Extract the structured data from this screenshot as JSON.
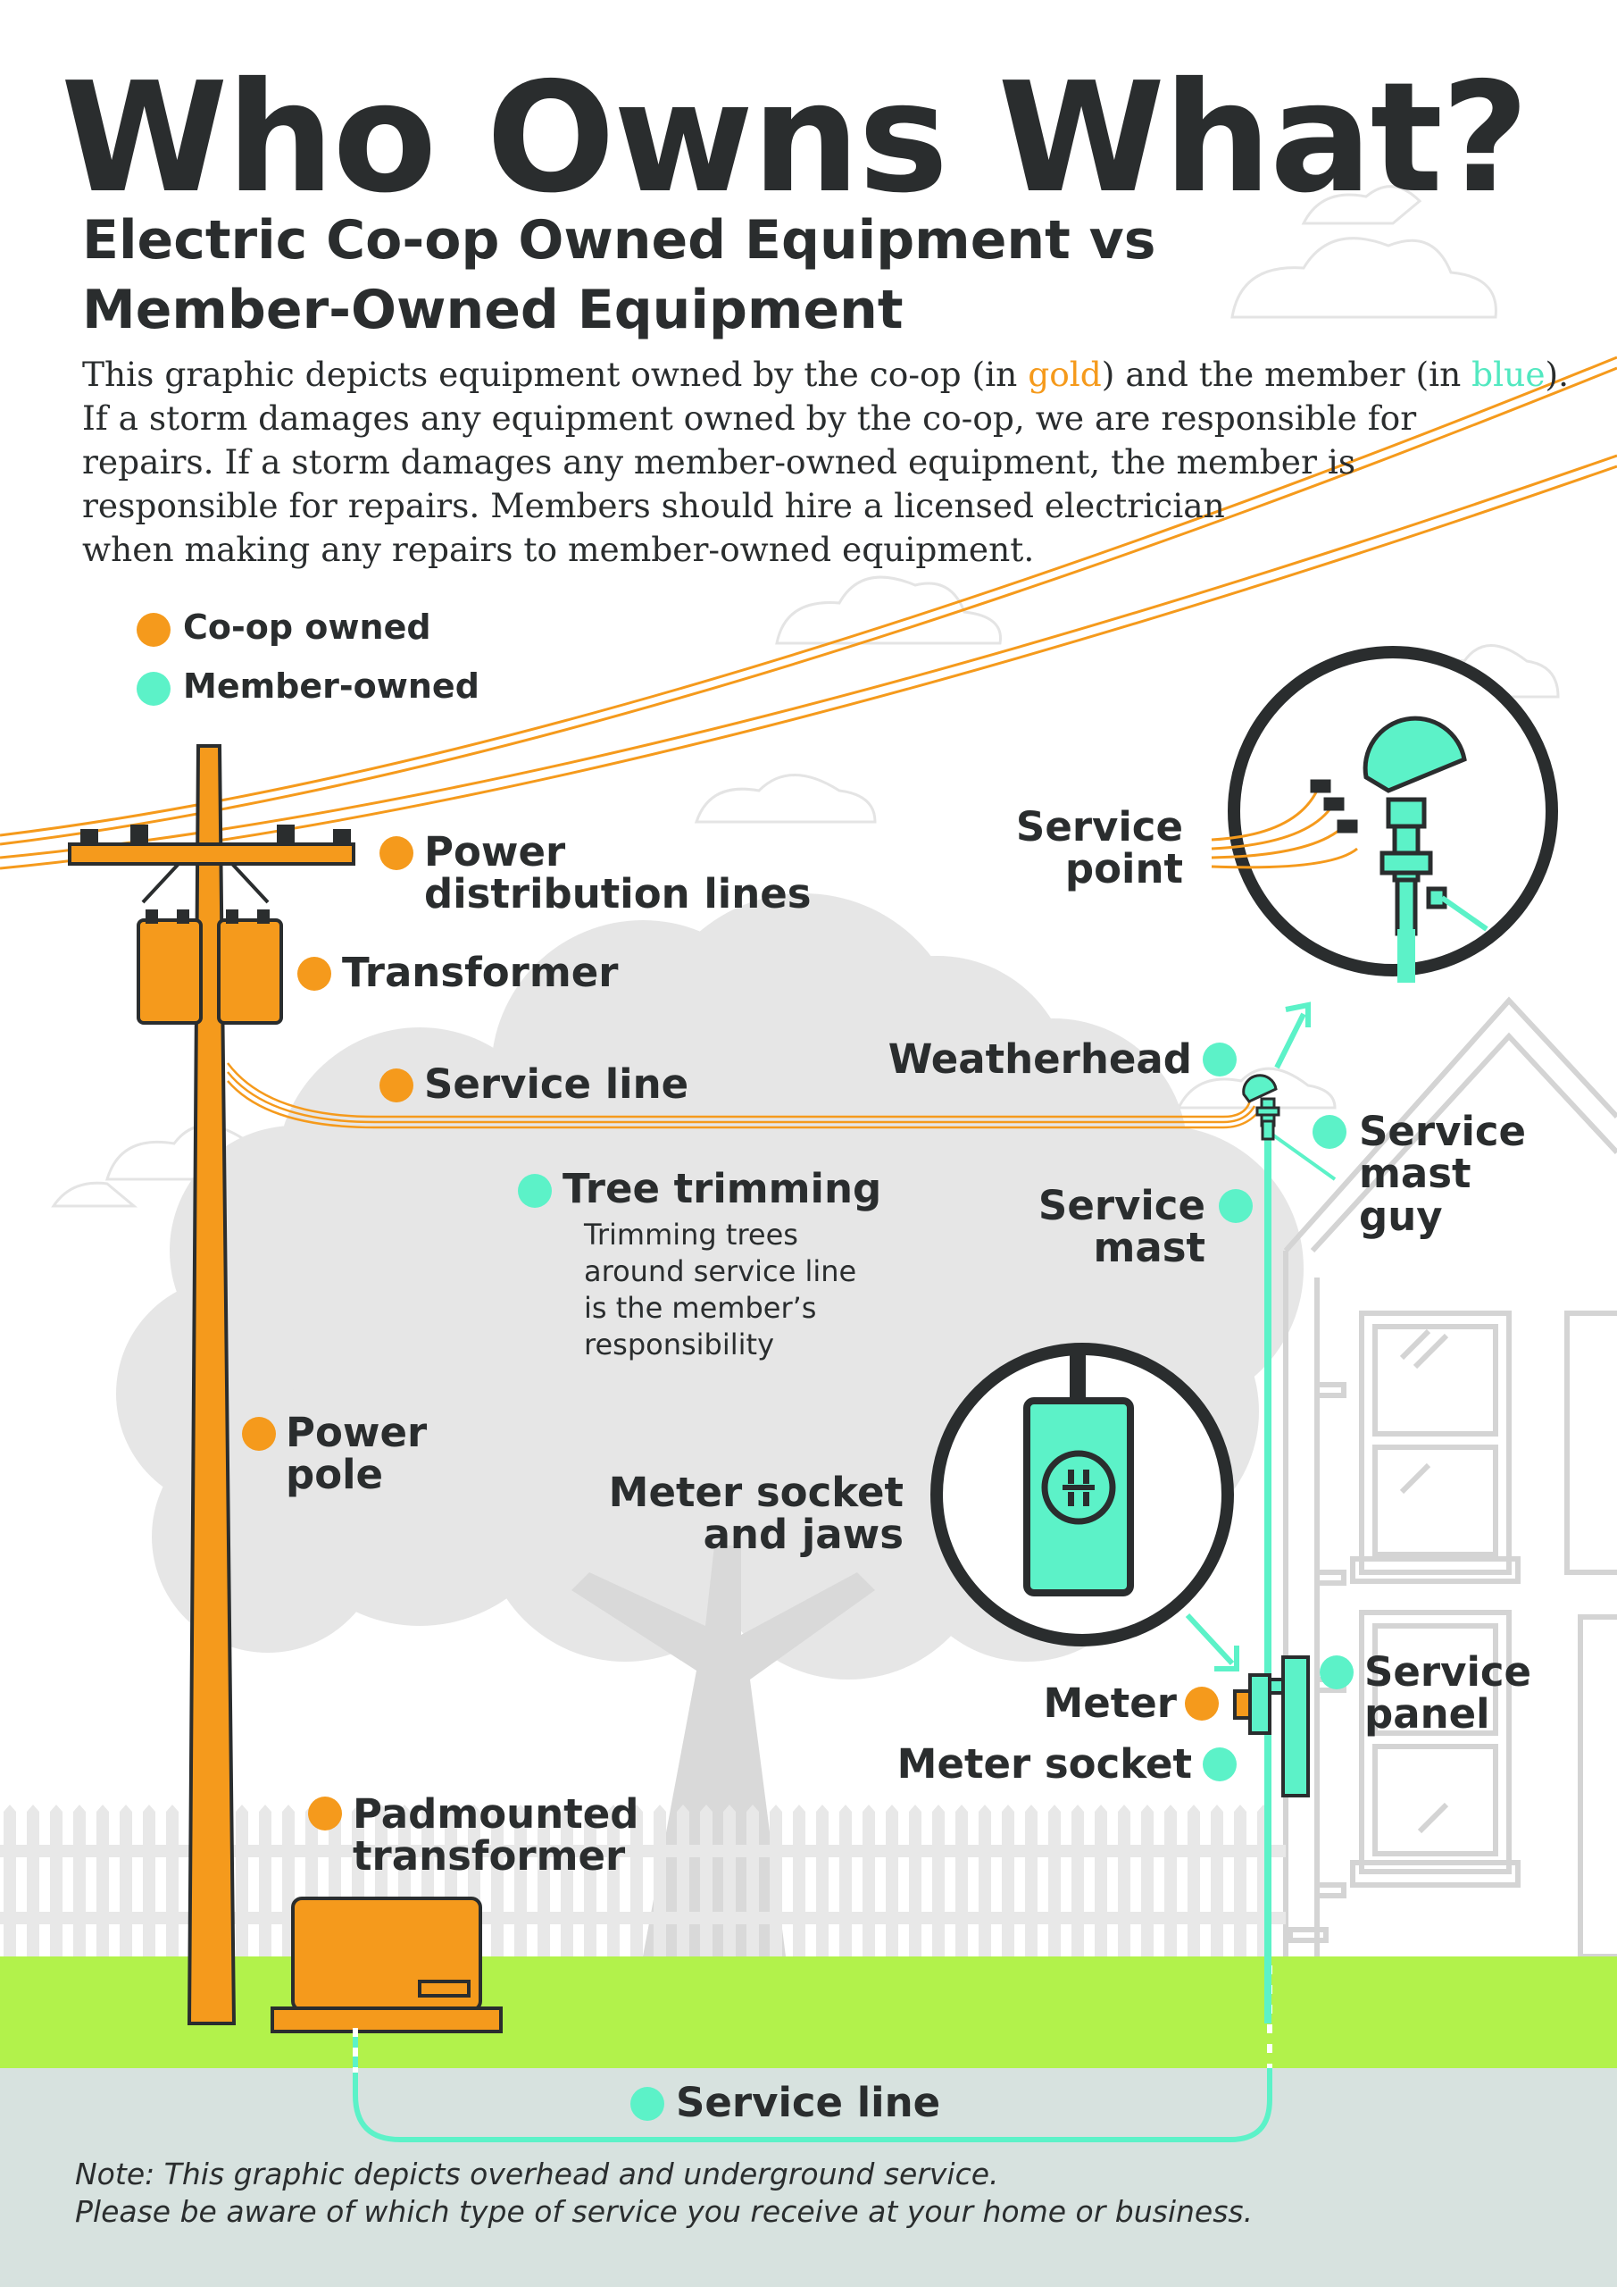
{
  "title": "Who Owns What?",
  "subtitle": [
    "Electric Co-op Owned Equipment vs",
    "Member-Owned Equipment"
  ],
  "intro": {
    "line1_pre": "This graphic depicts equipment owned by the co-op (in ",
    "gold_word": "gold",
    "line1_mid": ") and the member (in ",
    "blue_word": "blue",
    "line1_post": ").",
    "lines": [
      "If a storm damages any equipment owned by the co-op, we are responsible for",
      "repairs. If a storm damages any member-owned equipment, the member is",
      "responsible for repairs. Members should hire a licensed electrician",
      "when making any repairs to member-owned equipment."
    ]
  },
  "legend": {
    "coop": "Co-op owned",
    "member": "Member-owned"
  },
  "colors": {
    "coop": "#f59a1c",
    "member": "#5cf2c8",
    "dark": "#2a2d2e",
    "grass": "#b2f24b",
    "ground": "#d7e2df",
    "tree": "#e6e6e6"
  },
  "labels": {
    "power_distribution_lines": [
      "Power",
      "distribution lines"
    ],
    "transformer": "Transformer",
    "service_line_overhead": "Service line",
    "tree_trimming": "Tree trimming",
    "tree_trimming_note": [
      "Trimming trees",
      "around service line",
      "is the member’s",
      "responsibility"
    ],
    "power_pole": [
      "Power",
      "pole"
    ],
    "padmounted_transformer": [
      "Padmounted",
      "transformer"
    ],
    "service_point": [
      "Service",
      "point"
    ],
    "weatherhead": "Weatherhead",
    "service_mast_guy": [
      "Service",
      "mast",
      "guy"
    ],
    "service_mast": [
      "Service",
      "mast"
    ],
    "meter_socket_and_jaws": [
      "Meter socket",
      "and jaws"
    ],
    "meter": "Meter",
    "meter_socket": "Meter socket",
    "service_panel": [
      "Service",
      "panel"
    ],
    "service_line_underground": "Service line"
  },
  "note": [
    "Note: This graphic depicts overhead and underground service.",
    "Please be aware of which type of service you receive at your home or business."
  ]
}
